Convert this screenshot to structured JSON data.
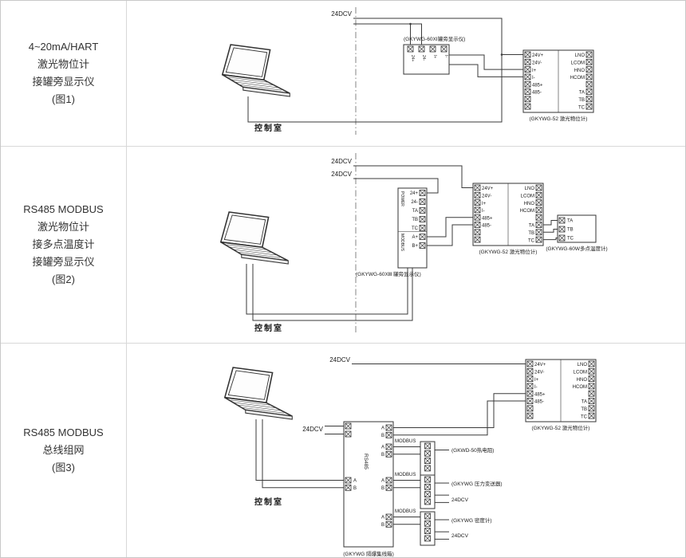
{
  "left_panel": {
    "rows": [
      {
        "lines": [
          "4~20mA/HART",
          "激光物位计",
          "接罐旁显示仪",
          "(图1)"
        ]
      },
      {
        "lines": [
          "RS485 MODBUS",
          "激光物位计",
          "接多点温度计",
          "接罐旁显示仪",
          "(图2)"
        ]
      },
      {
        "lines": [
          "RS485 MODBUS",
          "总线组网",
          "(图3)"
        ]
      }
    ]
  },
  "common": {
    "dcv": "24DCV",
    "control_room": "控制室",
    "modbus": "MODBUS",
    "rs485": "RS485",
    "power": "POWER",
    "a": "A",
    "b": "B"
  },
  "gauge_block": {
    "label": "(GKYWG-52 激光物位计)",
    "left": [
      "24V+",
      "24V-",
      "I+",
      "I-",
      "485+",
      "485-",
      "",
      ""
    ],
    "right": [
      "LNO",
      "LCOM",
      "HNO",
      "HCOM",
      "",
      "TA",
      "TB",
      "TC"
    ]
  },
  "display1": {
    "label": "(GKYWG-60XⅠ罐旁显示仪)",
    "terminals": [
      "24+",
      "24-",
      "I+",
      "I-"
    ]
  },
  "display2": {
    "label": "(GKYWG-60XⅢ 罐旁显示仪)",
    "terminals": [
      "24+",
      "24-",
      "TA",
      "TB",
      "TC",
      "A+",
      "B+"
    ]
  },
  "thermometer": {
    "label": "(GKYWG-60W多点温度计)",
    "terminals": [
      "TA",
      "TB",
      "TC"
    ]
  },
  "hub": {
    "label": "(GKYWG 隔爆集线箱)"
  },
  "devices": {
    "rtd": "(GKWD-50热电阻)",
    "pressure": "(GKYWG 压力变送器)",
    "density": "(GKYWG 密度计)"
  }
}
